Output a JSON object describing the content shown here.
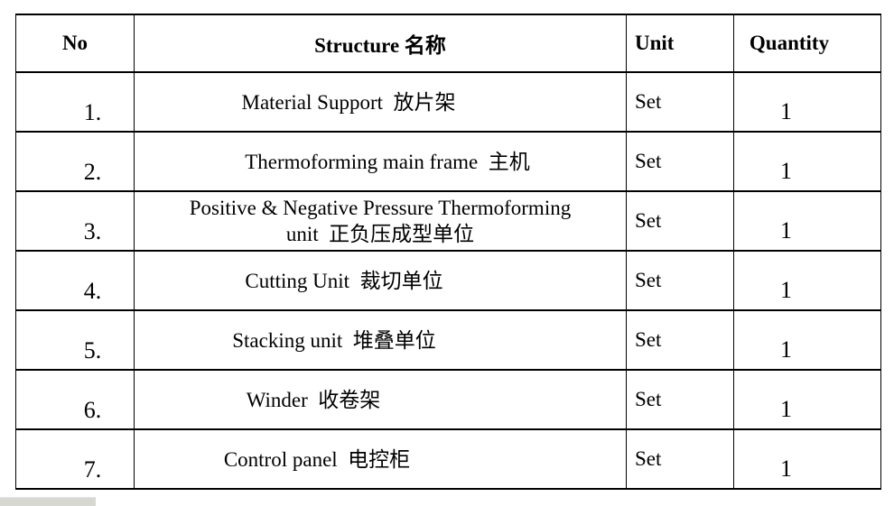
{
  "table": {
    "headers": {
      "no": "No",
      "structure": "Structure  名称",
      "unit": "Unit",
      "quantity": "Quantity"
    },
    "rows": [
      {
        "no": "1.",
        "structure": "Material Support  放片架",
        "unit": "Set",
        "quantity": "1"
      },
      {
        "no": "2.",
        "structure": "Thermoforming main frame  主机",
        "unit": "Set",
        "quantity": "1"
      },
      {
        "no": "3.",
        "structure": "Positive & Negative Pressure Thermoforming\nunit  正负压成型单位",
        "unit": "Set",
        "quantity": "1"
      },
      {
        "no": "4.",
        "structure": "Cutting Unit  裁切单位",
        "unit": "Set",
        "quantity": "1"
      },
      {
        "no": "5.",
        "structure": "Stacking unit  堆叠单位",
        "unit": "Set",
        "quantity": "1"
      },
      {
        "no": "6.",
        "structure": "Winder  收卷架",
        "unit": "Set",
        "quantity": "1"
      },
      {
        "no": "7.",
        "structure": "Control panel  电控柜",
        "unit": "Set",
        "quantity": "1"
      }
    ]
  },
  "colors": {
    "border": "#000000",
    "background": "#ffffff",
    "bottom_bar": "#d8d8d2"
  }
}
